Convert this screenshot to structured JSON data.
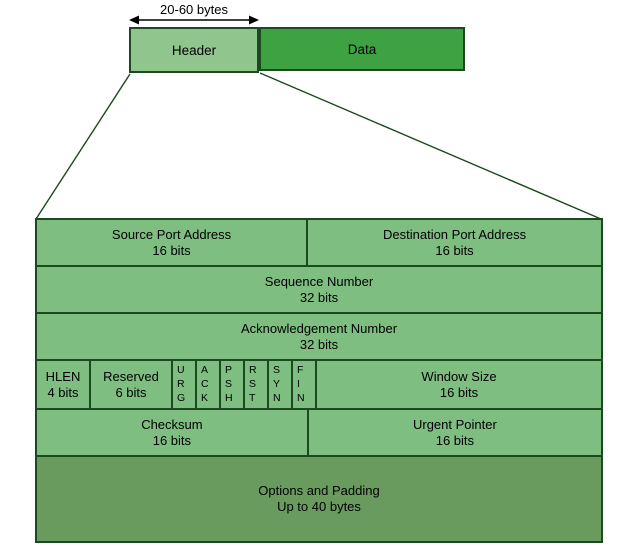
{
  "colors": {
    "page_bg": "#ffffff",
    "header_fill": "#90C58E",
    "data_fill": "#3EA242",
    "cell_fill": "#7EBE80",
    "options_fill": "#699B5F",
    "border": "#1B4A21",
    "text": "#000000"
  },
  "overview": {
    "size_annotation": "20-60 bytes",
    "header_label": "Header",
    "data_label": "Data"
  },
  "tcp_header_fields": {
    "source_port": {
      "name": "Source Port Address",
      "size": "16 bits"
    },
    "destination_port": {
      "name": "Destination Port Address",
      "size": "16 bits"
    },
    "sequence_number": {
      "name": "Sequence Number",
      "size": "32 bits"
    },
    "acknowledgement_number": {
      "name": "Acknowledgement Number",
      "size": "32 bits"
    },
    "hlen": {
      "name": "HLEN",
      "size": "4 bits"
    },
    "reserved": {
      "name": "Reserved",
      "size": "6 bits"
    },
    "flags": [
      {
        "letters": [
          "U",
          "R",
          "G"
        ]
      },
      {
        "letters": [
          "A",
          "C",
          "K"
        ]
      },
      {
        "letters": [
          "P",
          "S",
          "H"
        ]
      },
      {
        "letters": [
          "R",
          "S",
          "T"
        ]
      },
      {
        "letters": [
          "S",
          "Y",
          "N"
        ]
      },
      {
        "letters": [
          "F",
          "I",
          "N"
        ]
      }
    ],
    "window_size": {
      "name": "Window Size",
      "size": "16 bits"
    },
    "checksum": {
      "name": "Checksum",
      "size": "16 bits"
    },
    "urgent_pointer": {
      "name": "Urgent Pointer",
      "size": "16 bits"
    },
    "options": {
      "name": "Options and Padding",
      "size": "Up to 40 bytes"
    }
  }
}
